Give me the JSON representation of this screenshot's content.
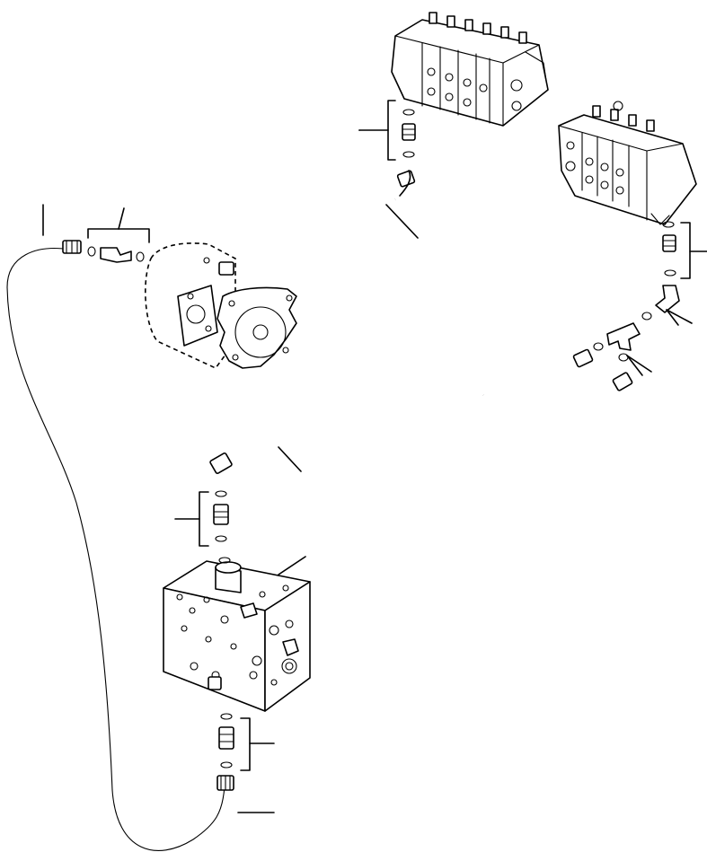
{
  "components": [
    {
      "id": "control-valve-upper",
      "icon": "control-valve-icon"
    },
    {
      "id": "control-valve-right",
      "icon": "control-valve-icon"
    },
    {
      "id": "pump",
      "icon": "hydraulic-pump-icon"
    },
    {
      "id": "valve-block",
      "icon": "valve-block-icon"
    },
    {
      "id": "hose-left-long",
      "icon": "hose-icon"
    },
    {
      "id": "hose-upper",
      "icon": "hose-icon"
    },
    {
      "id": "hose-middle",
      "icon": "hose-icon"
    },
    {
      "id": "hose-right-return",
      "icon": "hose-icon"
    },
    {
      "id": "tee-fitting",
      "icon": "tee-fitting-icon"
    },
    {
      "id": "elbow-fitting",
      "icon": "elbow-fitting-icon"
    }
  ],
  "colors": {
    "line": "#000000",
    "background": "#ffffff"
  }
}
